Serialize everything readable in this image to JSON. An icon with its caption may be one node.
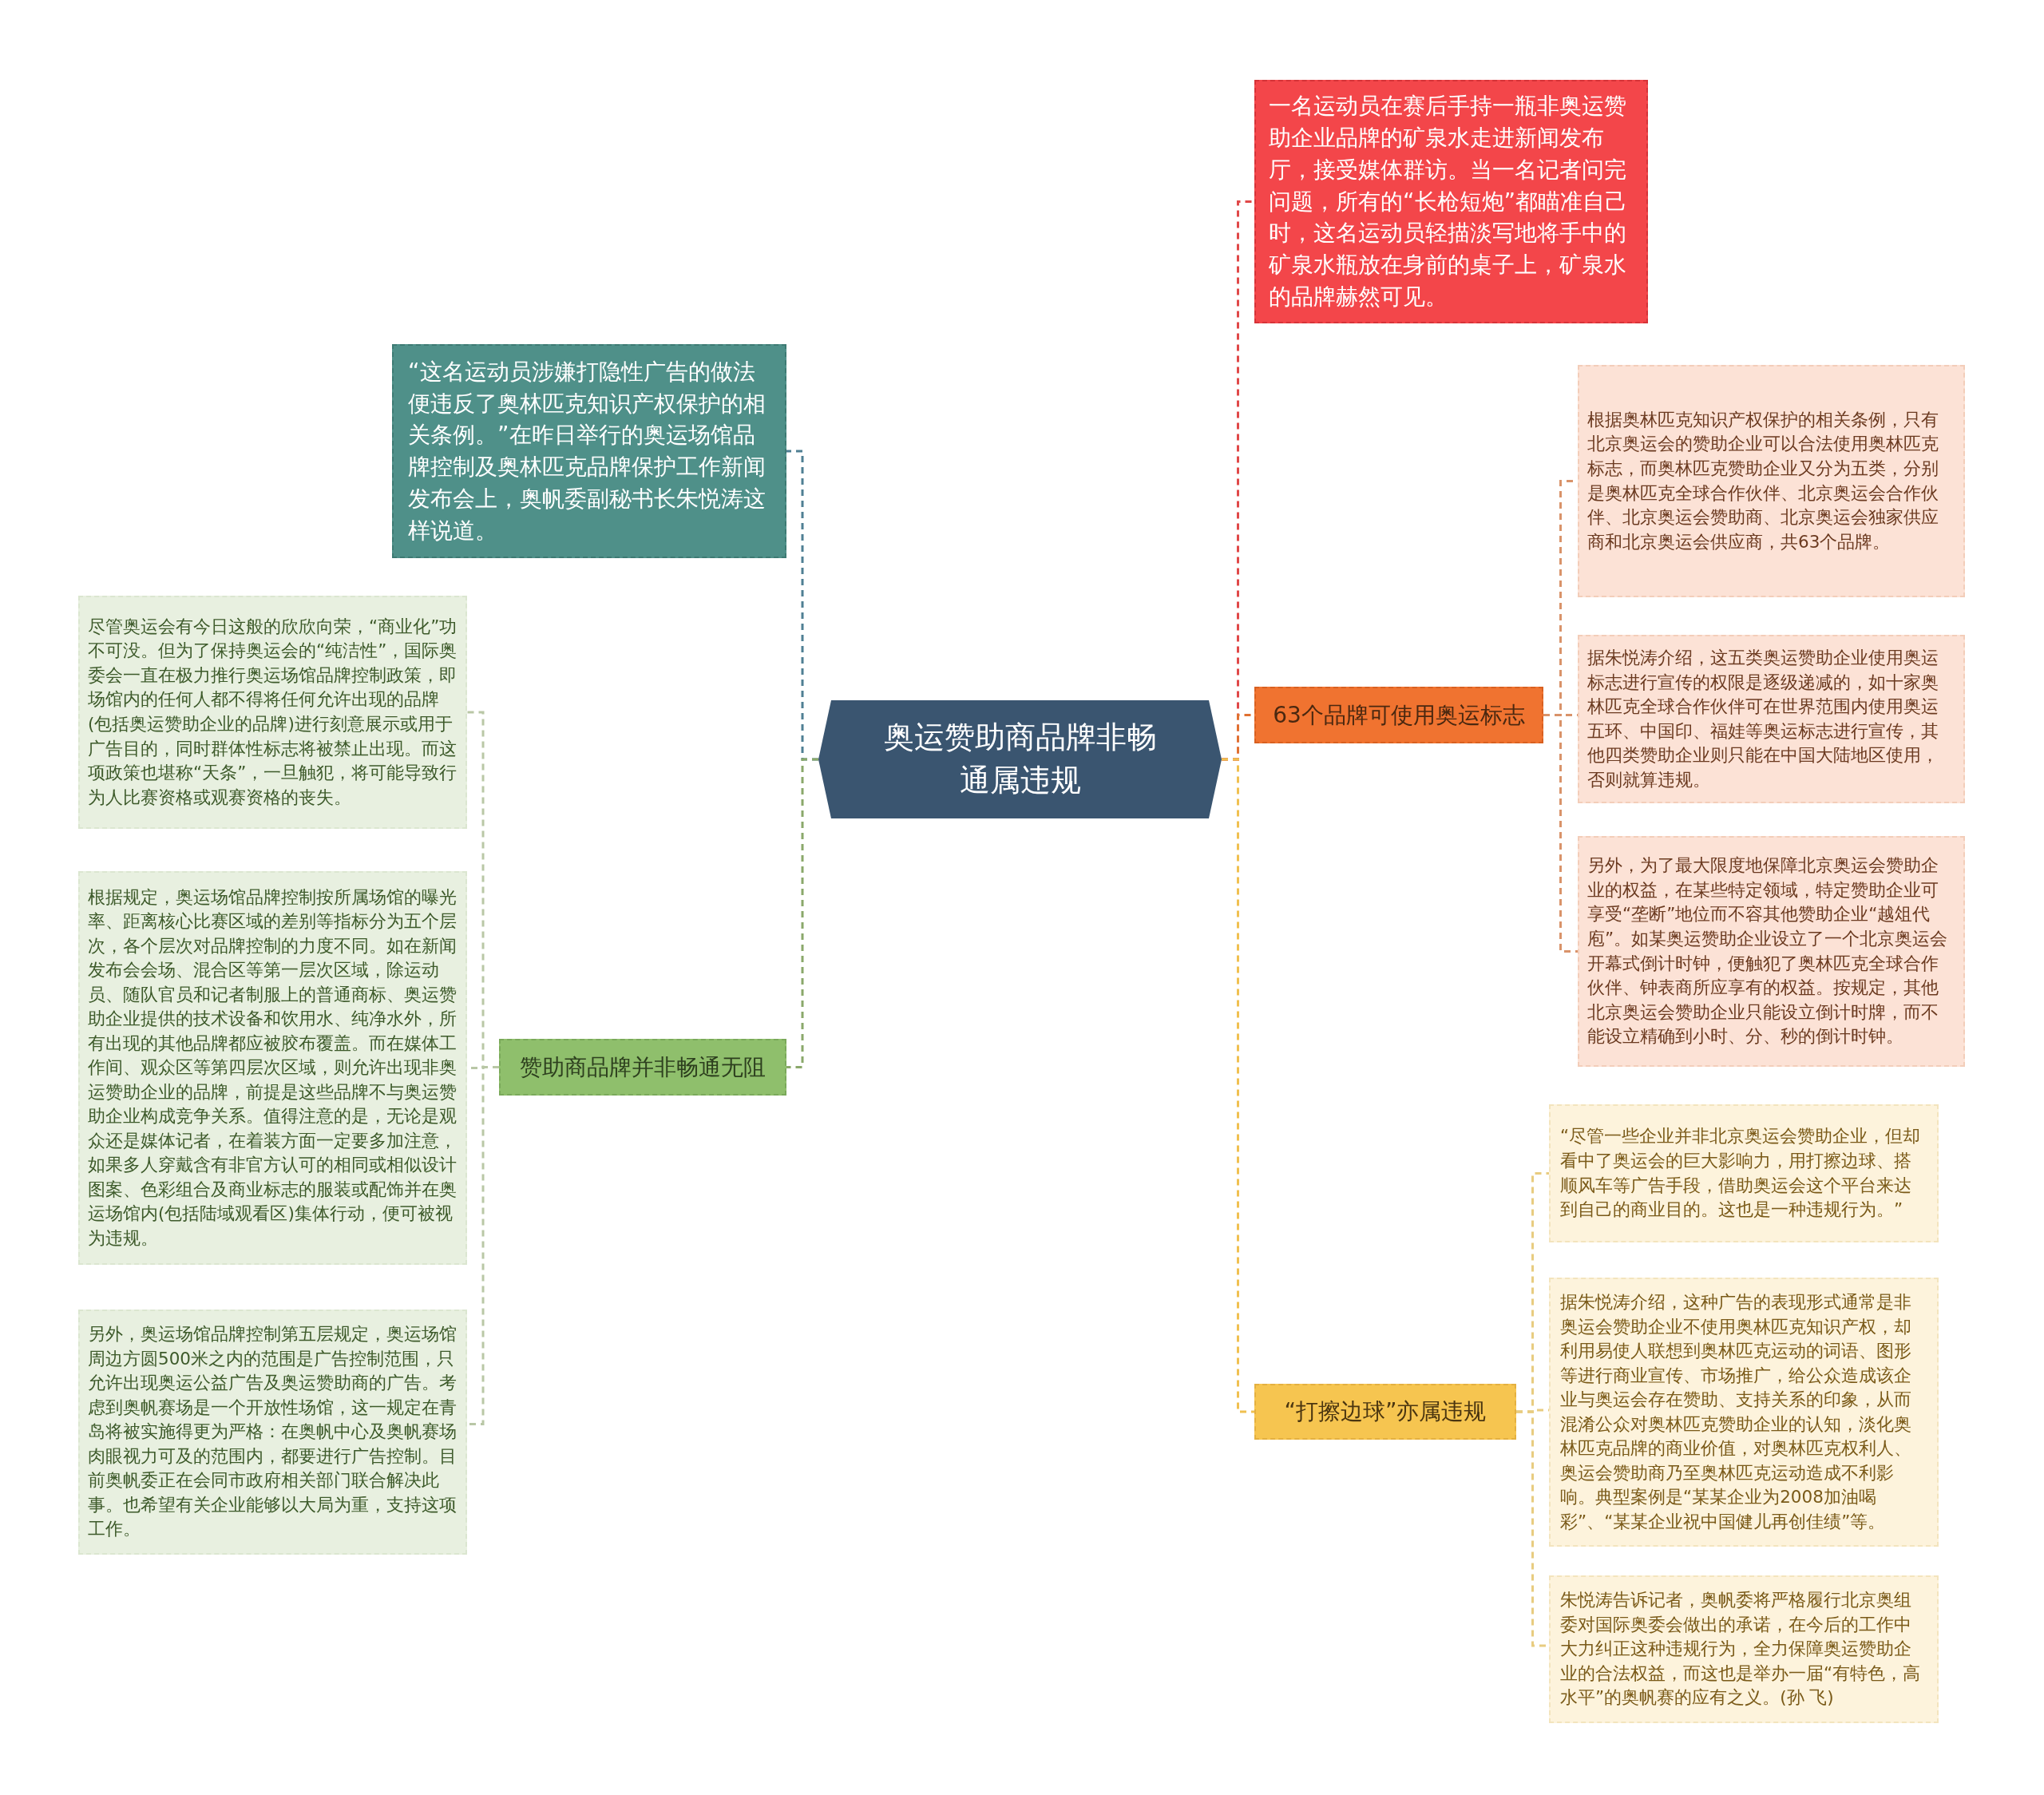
{
  "diagram": {
    "nodes": [
      {
        "text": [
          "奥运赞助商品牌非畅通属违规"
        ]
      },
      {
        "text": [
          "“这名运动员涉嫌打隐性广告的做法便违反了奥林匹克知识产权保护的相关条例。”在昨日举行的奥运场馆品牌控制及奥林匹克品牌保护工作新闻发布会上，奥帆委副秘书长朱悦涛这样说道。"
        ]
      },
      {
        "text": [
          "赞助商品牌并非畅通无阻"
        ]
      },
      {
        "text": [
          "尽管奥运会有今日这般的欣欣向荣，“商业化”功不可没。但为了保持奥运会的“纯洁性”，国际奥委会一直在极力推行奥运场馆品牌控制政策，即场馆内的任何人都不得将任何允许出现的品牌(包括奥运赞助企业的品牌)进行刻意展示或用于广告目的，同时群体性标志将被禁止出现。而这项政策也堪称“天条”，一旦触犯，将可能导致行为人比赛资格或观赛资格的丧失。"
        ]
      },
      {
        "text": [
          "根据规定，奥运场馆品牌控制按所属场馆的曝光率、距离核心比赛区域的差别等指标分为五个层次，各个层次对品牌控制的力度不同。如在新闻发布会会场、混合区等第一层次区域，除运动员、随队官员和记者制服上的普通商标、奥运赞助企业提供的技术设备和饮用水、纯净水外，所有出现的其他品牌都应被胶布覆盖。而在媒体工作间、观众区等第四层次区域，则允许出现非奥运赞助企业的品牌，前提是这些品牌不与奥运赞助企业构成竞争关系。值得注意的是，无论是观众还是媒体记者，在着装方面一定要多加注意，如果多人穿戴含有非官方认可的相同或相似设计图案、色彩组合及商业标志的服装或配饰并在奥运场馆内(包括陆域观看区)集体行动，便可被视为违规。"
        ]
      },
      {
        "text": [
          "另外，奥运场馆品牌控制第五层规定，奥运场馆周边方圆500米之内的范围是广告控制范围，只允许出现奥运公益广告及奥运赞助商的广告。考虑到奥帆赛场是一个开放性场馆，这一规定在青岛将被实施得更为严格：在奥帆中心及奥帆赛场肉眼视力可及的范围内，都要进行广告控制。目前奥帆委正在会同市政府相关部门联合解决此事。也希望有关企业能够以大局为重，支持这项工作。"
        ]
      },
      {
        "text": [
          "一名运动员在赛后手持一瓶非奥运赞助企业品牌的矿泉水走进新闻发布厅，接受媒体群访。当一名记者问完问题，所有的“长枪短炮”都瞄准自己时，这名运动员轻描淡写地将手中的矿泉水瓶放在身前的桌子上，矿泉水的品牌赫然可见。"
        ]
      },
      {
        "text": [
          "63个品牌可使用奥运标志"
        ]
      },
      {
        "text": [
          "根据奥林匹克知识产权保护的相关条例，只有北京奥运会的赞助企业可以合法使用奥林匹克标志，而奥林匹克赞助企业又分为五类，分别是奥林匹克全球合作伙伴、北京奥运会合作伙伴、北京奥运会赞助商、北京奥运会独家供应商和北京奥运会供应商，共63个品牌。"
        ]
      },
      {
        "text": [
          "据朱悦涛介绍，这五类奥运赞助企业使用奥运标志进行宣传的权限是逐级递减的，如十家奥林匹克全球合作伙伴可在世界范围内使用奥运五环、中国印、福娃等奥运标志进行宣传，其他四类赞助企业则只能在中国大陆地区使用，否则就算违规。"
        ]
      },
      {
        "text": [
          "另外，为了最大限度地保障北京奥运会赞助企业的权益，在某些特定领域，特定赞助企业可享受“垄断”地位而不容其他赞助企业“越俎代庖”。如某奥运赞助企业设立了一个北京奥运会开幕式倒计时钟，便触犯了奥林匹克全球合作伙伴、钟表商所应享有的权益。按规定，其他北京奥运会赞助企业只能设立倒计时牌，而不能设立精确到小时、分、秒的倒计时钟。"
        ]
      },
      {
        "text": [
          "“打擦边球”亦属违规"
        ]
      },
      {
        "text": [
          "“尽管一些企业并非北京奥运会赞助企业，但却看中了奥运会的巨大影响力，用打擦边球、搭顺风车等广告手段，借助奥运会这个平台来达到自己的商业目的。这也是一种违规行为。”"
        ]
      },
      {
        "text": [
          "据朱悦涛介绍，这种广告的表现形式通常是非奥运会赞助企业不使用奥林匹克知识产权，却利用易使人联想到奥林匹克运动的词语、图形等进行商业宣传、市场推广，给公众造成该企业与奥运会存在赞助、支持关系的印象，从而混淆公众对奥林匹克赞助企业的认知，淡化奥林匹克品牌的商业价值，对奥林匹克权利人、奥运会赞助商乃至奥林匹克运动造成不利影响。典型案例是“某某企业为2008加油喝彩”、“某某企业祝中国健儿再创佳绩”等。"
        ]
      },
      {
        "text": [
          "朱悦涛告诉记者，奥帆委将严格履行北京奥组委对国际奥委会做出的承诺，在今后的工作中大力纠正这种违规行为，全力保障奥运赞助企业的合法权益，而这也是举办一届“有特色，高水平”的奥帆赛的应有之义。(孙 飞)"
        ]
      }
    ],
    "edges": [
      {
        "from": 0,
        "to": 1,
        "arrow": "none",
        "style": "dashed",
        "color": "#4f7f93"
      },
      {
        "from": 0,
        "to": 2,
        "arrow": "none",
        "style": "dashed",
        "color": "#8aa86a"
      },
      {
        "from": 2,
        "to": 3,
        "arrow": "none",
        "style": "dashed",
        "color": "#b9c7a6"
      },
      {
        "from": 2,
        "to": 4,
        "arrow": "none",
        "style": "dashed",
        "color": "#b9c7a6"
      },
      {
        "from": 2,
        "to": 5,
        "arrow": "none",
        "style": "dashed",
        "color": "#b9c7a6"
      },
      {
        "from": 0,
        "to": 6,
        "arrow": "none",
        "style": "dashed",
        "color": "#e04848"
      },
      {
        "from": 0,
        "to": 7,
        "arrow": "none",
        "style": "dashed",
        "color": "#e07030"
      },
      {
        "from": 7,
        "to": 8,
        "arrow": "none",
        "style": "dashed",
        "color": "#d9936a"
      },
      {
        "from": 7,
        "to": 9,
        "arrow": "none",
        "style": "dashed",
        "color": "#d9936a"
      },
      {
        "from": 7,
        "to": 10,
        "arrow": "none",
        "style": "dashed",
        "color": "#d9936a"
      },
      {
        "from": 0,
        "to": 11,
        "arrow": "none",
        "style": "dashed",
        "color": "#f0c050"
      },
      {
        "from": 11,
        "to": 12,
        "arrow": "none",
        "style": "dashed",
        "color": "#e8cc80"
      },
      {
        "from": 11,
        "to": 13,
        "arrow": "none",
        "style": "dashed",
        "color": "#e8cc80"
      },
      {
        "from": 11,
        "to": 14,
        "arrow": "none",
        "style": "dashed",
        "color": "#e8cc80"
      }
    ]
  }
}
